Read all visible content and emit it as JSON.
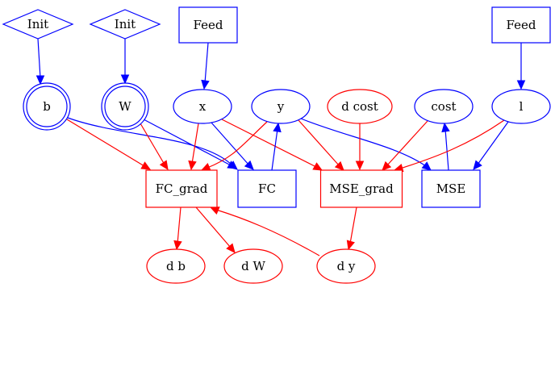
{
  "colors": {
    "forward": "#0000ff",
    "backward": "#ff0000",
    "background": "#ffffff"
  },
  "nodes": [
    {
      "id": "init_b",
      "shape": "diamond",
      "color": "forward",
      "label": "Init"
    },
    {
      "id": "init_w",
      "shape": "diamond",
      "color": "forward",
      "label": "Init"
    },
    {
      "id": "feed_x",
      "shape": "box",
      "color": "forward",
      "label": "Feed"
    },
    {
      "id": "feed_l",
      "shape": "box",
      "color": "forward",
      "label": "Feed"
    },
    {
      "id": "b",
      "shape": "double-ellipse",
      "color": "forward",
      "label": "b"
    },
    {
      "id": "w",
      "shape": "double-ellipse",
      "color": "forward",
      "label": "W"
    },
    {
      "id": "x",
      "shape": "ellipse",
      "color": "forward",
      "label": "x"
    },
    {
      "id": "y",
      "shape": "ellipse",
      "color": "forward",
      "label": "y"
    },
    {
      "id": "d_cost",
      "shape": "ellipse",
      "color": "backward",
      "label": "d cost"
    },
    {
      "id": "cost",
      "shape": "ellipse",
      "color": "forward",
      "label": "cost"
    },
    {
      "id": "l",
      "shape": "ellipse",
      "color": "forward",
      "label": "l"
    },
    {
      "id": "fc_grad",
      "shape": "box",
      "color": "backward",
      "label": "FC_grad"
    },
    {
      "id": "fc",
      "shape": "box",
      "color": "forward",
      "label": "FC"
    },
    {
      "id": "mse_grad",
      "shape": "box",
      "color": "backward",
      "label": "MSE_grad"
    },
    {
      "id": "mse",
      "shape": "box",
      "color": "forward",
      "label": "MSE"
    },
    {
      "id": "d_b",
      "shape": "ellipse",
      "color": "backward",
      "label": "d b"
    },
    {
      "id": "d_w",
      "shape": "ellipse",
      "color": "backward",
      "label": "d W"
    },
    {
      "id": "d_y",
      "shape": "ellipse",
      "color": "backward",
      "label": "d y"
    }
  ],
  "edges": [
    {
      "from": "init_b",
      "to": "b",
      "color": "forward"
    },
    {
      "from": "init_w",
      "to": "w",
      "color": "forward"
    },
    {
      "from": "feed_x",
      "to": "x",
      "color": "forward"
    },
    {
      "from": "feed_l",
      "to": "l",
      "color": "forward"
    },
    {
      "from": "b",
      "to": "fc_grad",
      "color": "backward"
    },
    {
      "from": "b",
      "to": "fc",
      "color": "forward"
    },
    {
      "from": "w",
      "to": "fc_grad",
      "color": "backward"
    },
    {
      "from": "w",
      "to": "fc",
      "color": "forward"
    },
    {
      "from": "x",
      "to": "fc_grad",
      "color": "backward"
    },
    {
      "from": "x",
      "to": "fc",
      "color": "forward"
    },
    {
      "from": "x",
      "to": "mse_grad",
      "color": "backward"
    },
    {
      "from": "y",
      "to": "fc_grad",
      "color": "backward"
    },
    {
      "from": "fc",
      "to": "y",
      "color": "forward"
    },
    {
      "from": "y",
      "to": "mse_grad",
      "color": "backward"
    },
    {
      "from": "y",
      "to": "mse",
      "color": "forward"
    },
    {
      "from": "d_cost",
      "to": "mse_grad",
      "color": "backward"
    },
    {
      "from": "cost",
      "to": "mse_grad",
      "color": "backward"
    },
    {
      "from": "mse",
      "to": "cost",
      "color": "forward"
    },
    {
      "from": "l",
      "to": "mse_grad",
      "color": "backward"
    },
    {
      "from": "l",
      "to": "mse",
      "color": "forward"
    },
    {
      "from": "fc_grad",
      "to": "d_b",
      "color": "backward"
    },
    {
      "from": "fc_grad",
      "to": "d_w",
      "color": "backward"
    },
    {
      "from": "mse_grad",
      "to": "d_y",
      "color": "backward"
    },
    {
      "from": "d_y",
      "to": "fc_grad",
      "color": "backward"
    }
  ]
}
